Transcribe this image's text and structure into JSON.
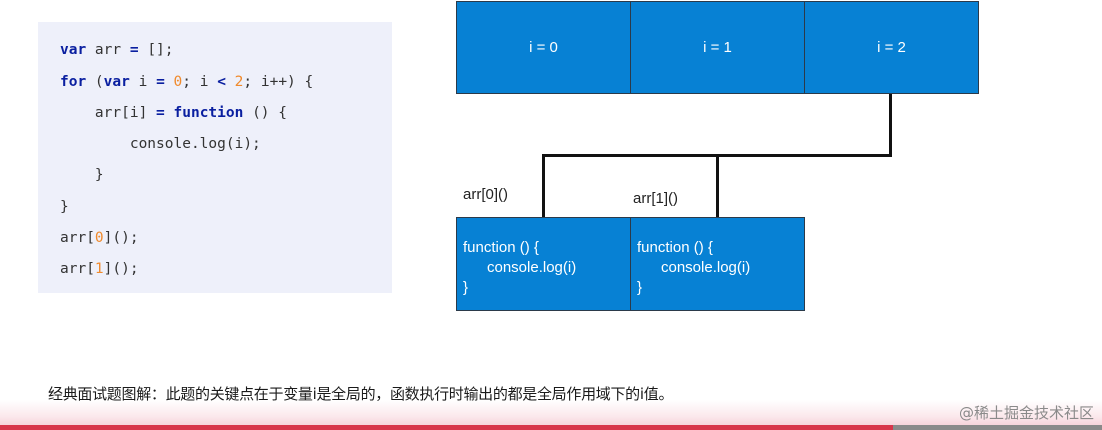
{
  "code": {
    "lines": [
      {
        "parts": [
          {
            "t": "var",
            "c": "kw"
          },
          {
            "t": " arr "
          },
          {
            "t": "=",
            "c": "op"
          },
          {
            "t": " [];"
          }
        ]
      },
      {
        "parts": [
          {
            "t": "for",
            "c": "kw"
          },
          {
            "t": " ("
          },
          {
            "t": "var",
            "c": "kw"
          },
          {
            "t": " i "
          },
          {
            "t": "=",
            "c": "op"
          },
          {
            "t": " "
          },
          {
            "t": "0",
            "c": "num"
          },
          {
            "t": "; i "
          },
          {
            "t": "<",
            "c": "op"
          },
          {
            "t": " "
          },
          {
            "t": "2",
            "c": "num"
          },
          {
            "t": "; i++) {"
          }
        ]
      },
      {
        "parts": [
          {
            "t": "    arr[i] "
          },
          {
            "t": "=",
            "c": "op"
          },
          {
            "t": " "
          },
          {
            "t": "function",
            "c": "kw"
          },
          {
            "t": " () {"
          }
        ]
      },
      {
        "parts": [
          {
            "t": "        console.log(i);"
          }
        ]
      },
      {
        "parts": [
          {
            "t": "    }"
          }
        ]
      },
      {
        "parts": [
          {
            "t": "}"
          }
        ]
      },
      {
        "parts": [
          {
            "t": "arr["
          },
          {
            "t": "0",
            "c": "num"
          },
          {
            "t": "]();"
          }
        ]
      },
      {
        "parts": [
          {
            "t": "arr["
          },
          {
            "t": "1",
            "c": "num"
          },
          {
            "t": "]();"
          }
        ]
      }
    ]
  },
  "diagram": {
    "scopes": [
      "i = 0",
      "i = 1",
      "i = 2"
    ],
    "functions": [
      {
        "line1": "function () {",
        "line2": "console.log(i)",
        "line3": "}"
      },
      {
        "line1": "function () {",
        "line2": "console.log(i)",
        "line3": "}"
      }
    ],
    "calls": [
      "arr[0]()",
      "arr[1]()"
    ]
  },
  "caption": "经典面试题图解：此题的关键点在于变量i是全局的，函数执行时输出的都是全局作用域下的i值。",
  "watermark": "@稀土掘金技术社区",
  "colors": {
    "box": "#0781d4",
    "keyword": "#0a1fa0",
    "number": "#f08a2c",
    "panel": "#eef0fa"
  }
}
